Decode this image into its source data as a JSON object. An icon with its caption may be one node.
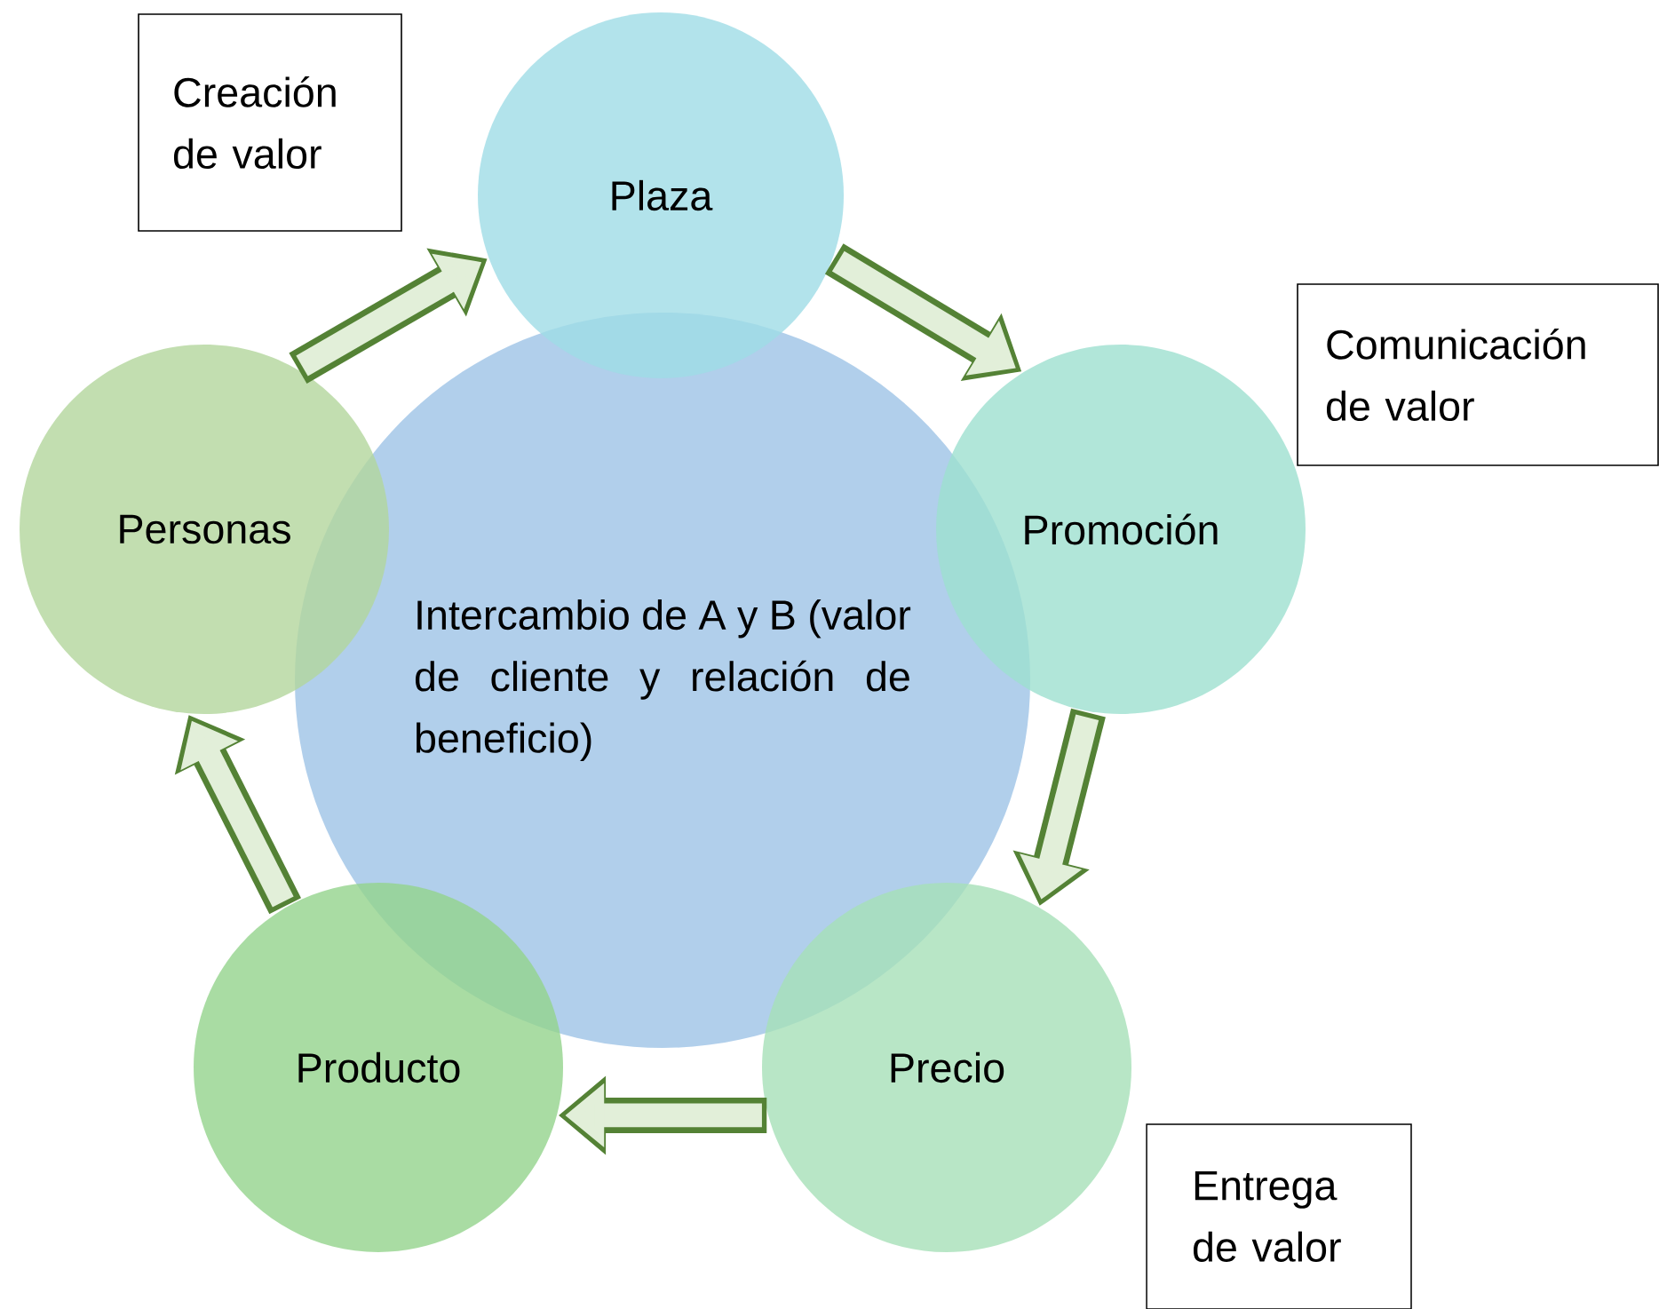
{
  "diagram": {
    "nodes": [
      {
        "text": [
          "Plaza"
        ]
      },
      {
        "text": [
          "Promoción"
        ]
      },
      {
        "text": [
          "Precio"
        ]
      },
      {
        "text": [
          "Producto"
        ]
      },
      {
        "text": [
          "Personas"
        ]
      },
      {
        "text": [
          "Intercambio de A y B (valor de cliente y relación de beneficio)"
        ]
      },
      {
        "text": [
          "Creación de valor"
        ]
      },
      {
        "text": [
          "Comunicación de valor"
        ]
      },
      {
        "text": [
          "Entrega de valor"
        ]
      }
    ],
    "edges": [
      {
        "from": 4,
        "to": 0,
        "arrow": "to"
      },
      {
        "from": 0,
        "to": 1,
        "arrow": "to"
      },
      {
        "from": 1,
        "to": 2,
        "arrow": "to"
      },
      {
        "from": 2,
        "to": 3,
        "arrow": "to"
      },
      {
        "from": 3,
        "to": 4,
        "arrow": "to"
      }
    ]
  }
}
